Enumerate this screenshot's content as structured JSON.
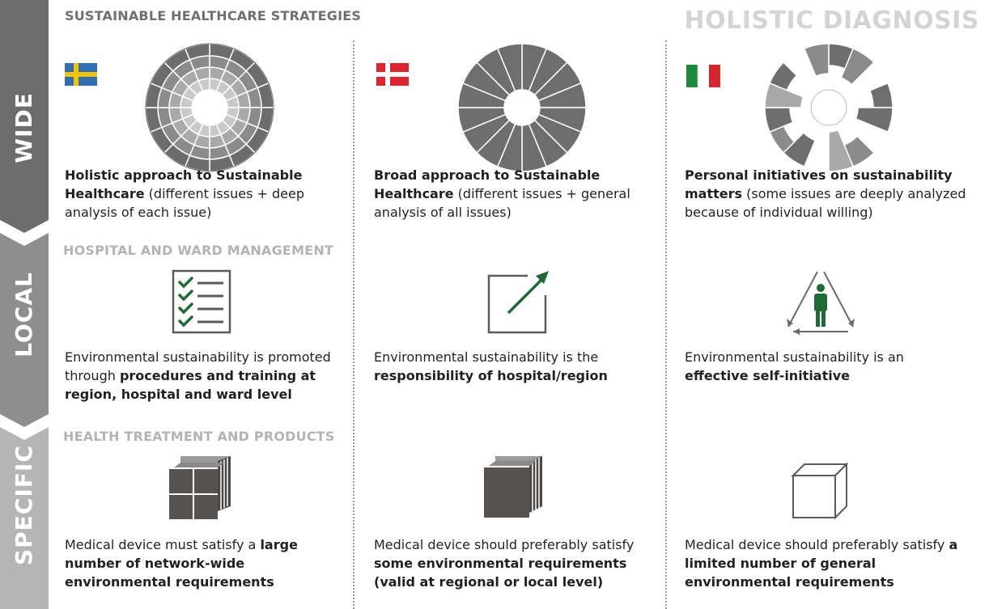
{
  "main_title": "HOLISTIC DIAGNOSIS",
  "levels": {
    "wide": "WIDE",
    "local": "LOCAL",
    "specific": "SPECIFIC"
  },
  "sections": {
    "strategies": "SUSTAINABLE HEALTHCARE STRATEGIES",
    "management": "HOSPITAL AND WARD MANAGEMENT",
    "treatment": "HEALTH TREATMENT AND PRODUCTS"
  },
  "countries": {
    "sweden": "sweden-flag",
    "denmark": "denmark-flag",
    "italy": "italy-flag"
  },
  "wide": {
    "col1": {
      "bold": "Holistic approach to Sustainable Healthcare",
      "normal": " (different issues + deep analysis of each issue)"
    },
    "col2": {
      "bold": "Broad approach to Sustainable Healthcare",
      "normal": " (different issues + general analysis of all issues)"
    },
    "col3": {
      "bold": "Personal initiatives on sustainability matters",
      "normal": " (some issues are deeply analyzed because of individual willing)"
    }
  },
  "local": {
    "col1": {
      "normal": "Environmental sustainability is promoted through ",
      "bold": "procedures and training at region, hospital and ward level"
    },
    "col2": {
      "normal": "Environmental sustainability is the ",
      "bold": "responsibility of hospital/region"
    },
    "col3": {
      "normal": "Environmental sustainability is an ",
      "bold": "effective self-initiative"
    }
  },
  "specific": {
    "col1": {
      "normal": "Medical device must satisfy a ",
      "bold": "large number of network-wide environmental requirements"
    },
    "col2": {
      "normal": "Medical device should preferably satisfy ",
      "bold": "some environmental requirements (valid at regional or local level)"
    },
    "col3": {
      "normal": "Medical device should preferably satisfy ",
      "bold": "a limited number of general environmental requirements"
    }
  },
  "colors": {
    "band_dark": "#6d6d6d",
    "band_mid": "#8e8e8e",
    "band_light": "#b5b5b5",
    "green": "#1f6b35",
    "header_grey": "#b3b3b3"
  }
}
